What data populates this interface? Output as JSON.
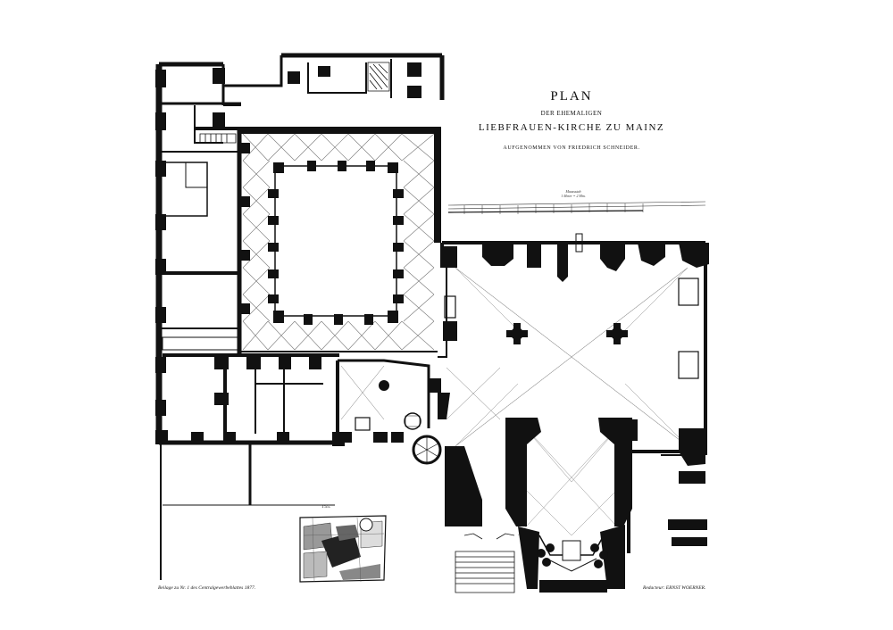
{
  "title": {
    "plan": "PLAN",
    "sub": "DER EHEMALIGEN",
    "main": "LIEBFRAUEN-KIRCHE ZU MAINZ",
    "tiny": "",
    "author": "AUFGENOMMEN VON FRIEDRICH SCHNEIDER."
  },
  "scale": {
    "label_line1": "Maassstab",
    "label_line2": "1 Meter = 2 Mm."
  },
  "footer": {
    "left": "Beilage zu Nr. 1 des Centralgewerbeblattes 1877.",
    "right": "Redacteur: ERNST WOERNER."
  },
  "inset": {
    "label": "1:55."
  },
  "colors": {
    "ink": "#111111",
    "paper": "#ffffff",
    "line": "#555555"
  }
}
